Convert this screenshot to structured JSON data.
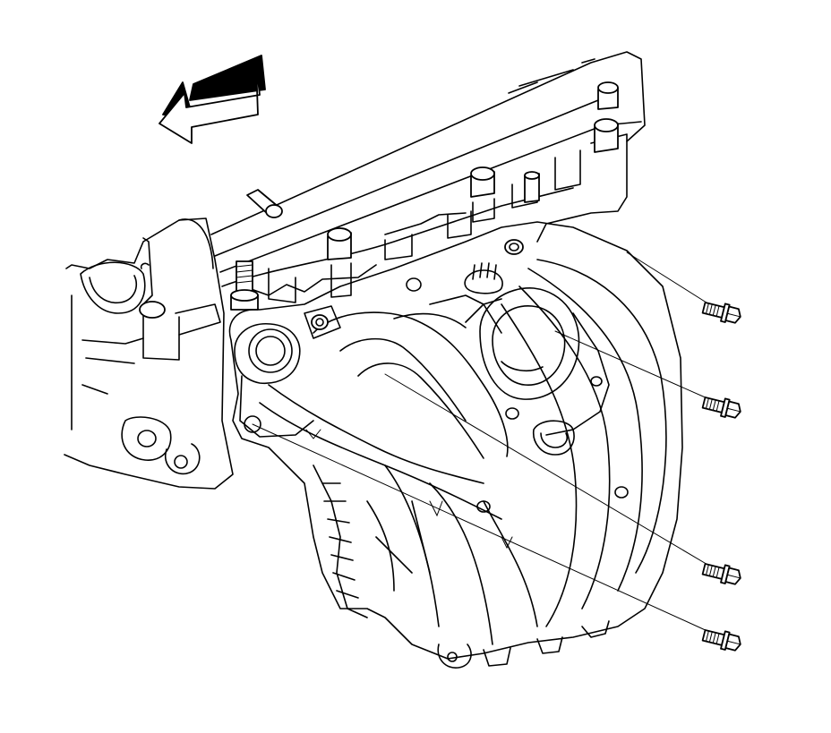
{
  "diagram": {
    "type": "exploded-view line illustration",
    "subject": "intake-manifold",
    "colors": {
      "line": "#000000",
      "background": "#ffffff"
    },
    "icons": [
      "direction-arrow-icon",
      "bolt-icon"
    ],
    "bolt_count": 4
  }
}
